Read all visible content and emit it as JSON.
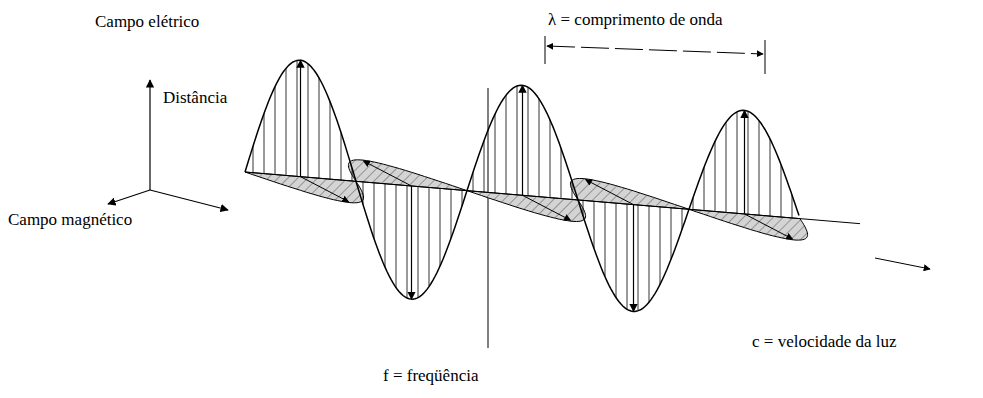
{
  "diagram": {
    "labels": [
      "Campo elétrico",
      "Distância",
      "λ = comprimento de onda",
      "Campo magnético",
      "c = velocidade da luz",
      "f = freqüência"
    ]
  }
}
